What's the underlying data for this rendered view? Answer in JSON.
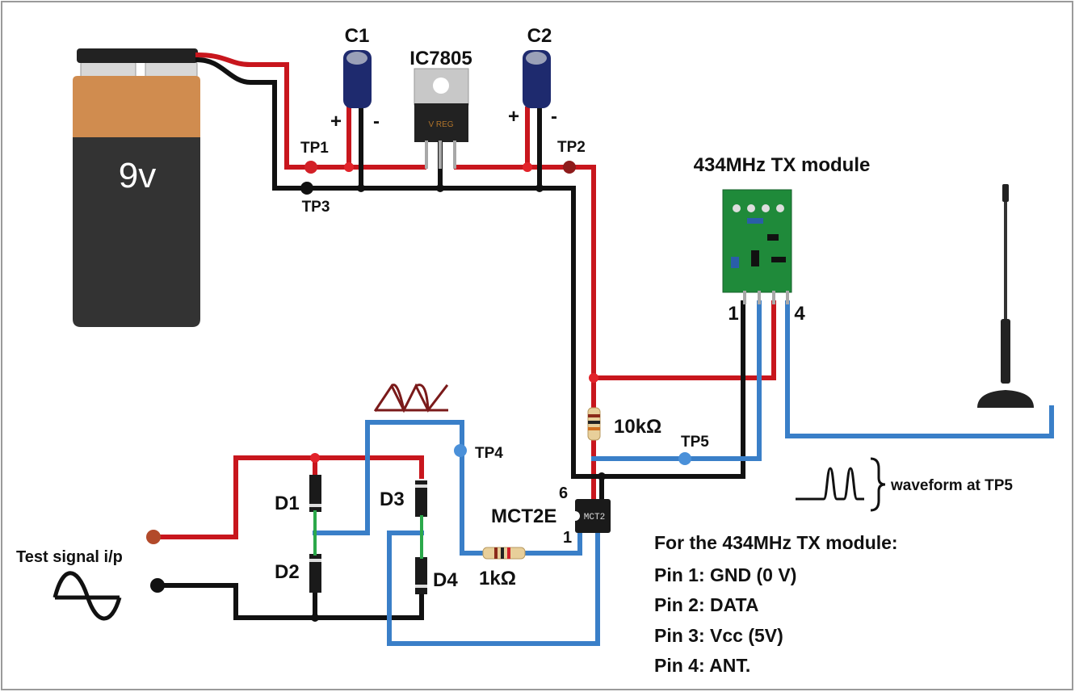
{
  "battery": {
    "label": "9v"
  },
  "labels": {
    "c1": "C1",
    "c2": "C2",
    "ic": "IC7805",
    "ic_marking": "V REG",
    "tp1": "TP1",
    "tp2": "TP2",
    "tp3": "TP3",
    "tp4": "TP4",
    "tp5": "TP5",
    "plus": "+",
    "minus": "-",
    "tx_module": "434MHz TX module",
    "tx_pin1": "1",
    "tx_pin4": "4",
    "d1": "D1",
    "d2": "D2",
    "d3": "D3",
    "d4": "D4",
    "r10k": "10kΩ",
    "r1k": "1kΩ",
    "opto": "MCT2E",
    "opto_marking": "MCT2",
    "opto_pin6": "6",
    "opto_pin1": "1",
    "test_signal": "Test signal i/p",
    "waveform_tp5": "waveform at TP5"
  },
  "pin_info": {
    "title": "For the 434MHz TX module:",
    "pins": [
      "Pin 1: GND (0 V)",
      "Pin 2: DATA",
      "Pin 3: Vcc (5V)",
      "Pin 4: ANT."
    ]
  },
  "colors": {
    "positive": "#c8161d",
    "ground": "#111111",
    "signal": "#3a7fc8",
    "battery_top": "#d08c4f",
    "battery_body": "#333333",
    "pcb": "#1f8a3a"
  }
}
